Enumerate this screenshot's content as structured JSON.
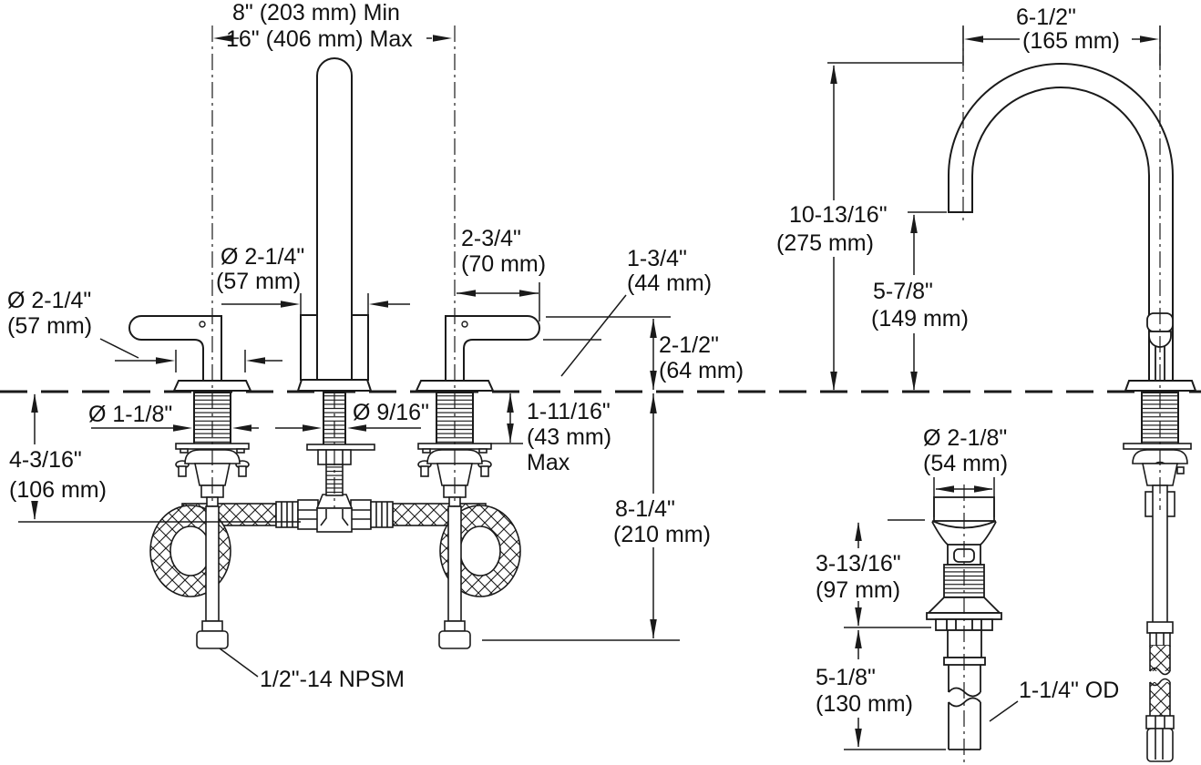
{
  "diagram_type": "faucet-installation-dimension-drawing",
  "colors": {
    "line": "#1a1a1a",
    "background": "#ffffff"
  },
  "front_view": {
    "spread_min": "8\" (203 mm) Min",
    "spread_max": "16\" (406 mm) Max",
    "left_handle_diameter": [
      "Ø 2-1/4\"",
      "(57 mm)"
    ],
    "spout_base_diameter": [
      "Ø 2-1/4\"",
      "(57 mm)"
    ],
    "handle_length": [
      "2-3/4\"",
      "(70 mm)"
    ],
    "handle_clearance": [
      "1-3/4\"",
      "(44 mm)"
    ],
    "handle_height": [
      "2-1/2\"",
      "(64 mm)"
    ],
    "shank_diameter": "Ø 1-1/8\"",
    "spout_shank_diameter": "Ø 9/16\"",
    "hose_drop": [
      "4-3/16\"",
      "(106 mm)"
    ],
    "deck_thickness": [
      "1-11/16\"",
      "(43 mm)",
      "Max"
    ],
    "shank_length": [
      "8-1/4\"",
      "(210 mm)"
    ],
    "supply_thread": "1/2\"-14 NPSM"
  },
  "side_view": {
    "spout_reach": [
      "6-1/2\"",
      "(165 mm)"
    ],
    "spout_height": [
      "10-13/16\"",
      "(275 mm)"
    ],
    "outlet_height": [
      "5-7/8\"",
      "(149 mm)"
    ]
  },
  "drain_view": {
    "flange_diameter": [
      "Ø 2-1/8\"",
      "(54 mm)"
    ],
    "body_length": [
      "3-13/16\"",
      "(97 mm)"
    ],
    "tailpiece_length": [
      "5-1/8\"",
      "(130 mm)"
    ],
    "tailpiece_od": "1-1/4\" OD"
  }
}
